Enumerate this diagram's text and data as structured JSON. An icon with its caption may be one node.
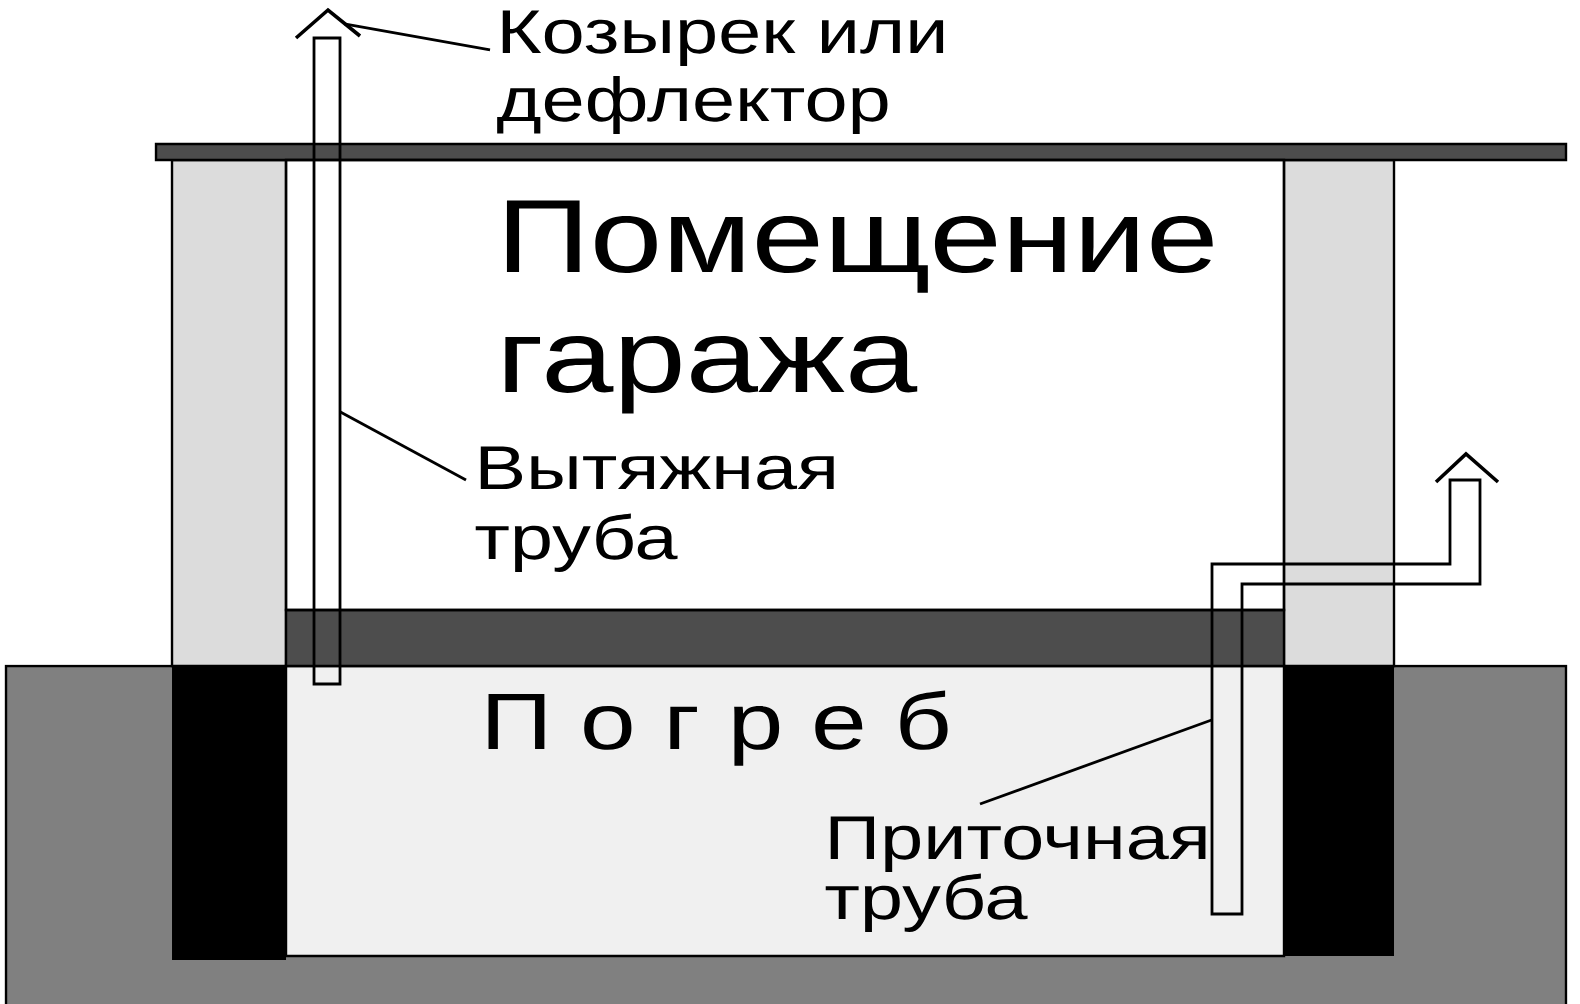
{
  "diagram": {
    "nodes": [
      {
        "text": [
          "Козырек или дефлектор"
        ]
      },
      {
        "text": [],
        "shape": "chevron"
      },
      {
        "text": [
          "Помещение гаража"
        ]
      },
      {
        "text": [
          "Вытяжная труба"
        ],
        "in": 2
      },
      {
        "text": [],
        "shape": "pipe"
      },
      {
        "text": [
          "П о г р е б"
        ]
      },
      {
        "text": [
          "Приточная труба"
        ],
        "in": 5
      },
      {
        "text": [],
        "shape": "pipe"
      }
    ],
    "edges": [
      {
        "from": 0,
        "to": 1,
        "arrow": "none"
      },
      {
        "from": 3,
        "to": 4,
        "arrow": "none"
      },
      {
        "from": 6,
        "to": 7,
        "arrow": "none"
      }
    ]
  }
}
